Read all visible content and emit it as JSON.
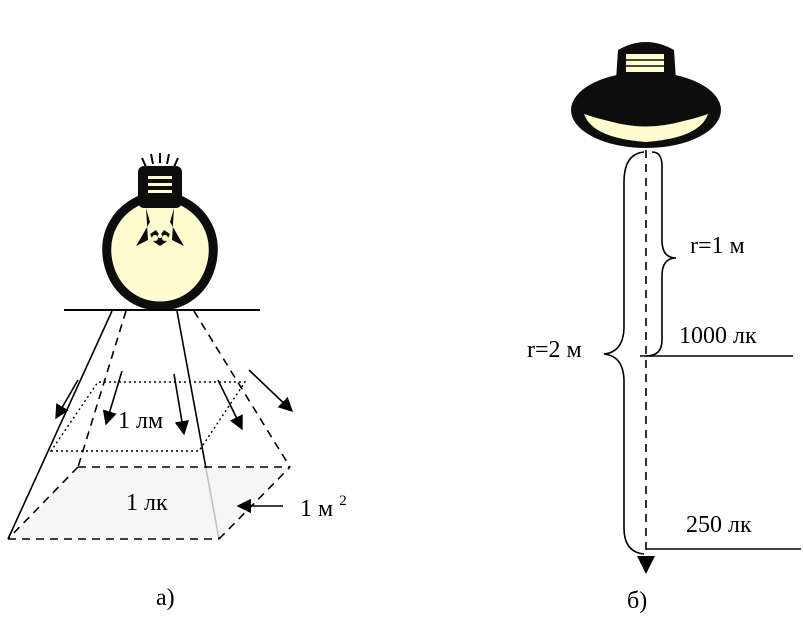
{
  "panel_a": {
    "caption": "а)",
    "flux_label": "1 лм",
    "illuminance_label": "1 лк",
    "area_label": "1 м",
    "area_exponent": "2"
  },
  "panel_b": {
    "caption": "б)",
    "distance_1": "r=1 м",
    "distance_2": "r=2 м",
    "illuminance_1": "1000 лк",
    "illuminance_2": "250 лк"
  },
  "colors": {
    "bulb_fill": "#fffccf",
    "bulb_outline": "#0d0d0d",
    "line": "#000000"
  }
}
